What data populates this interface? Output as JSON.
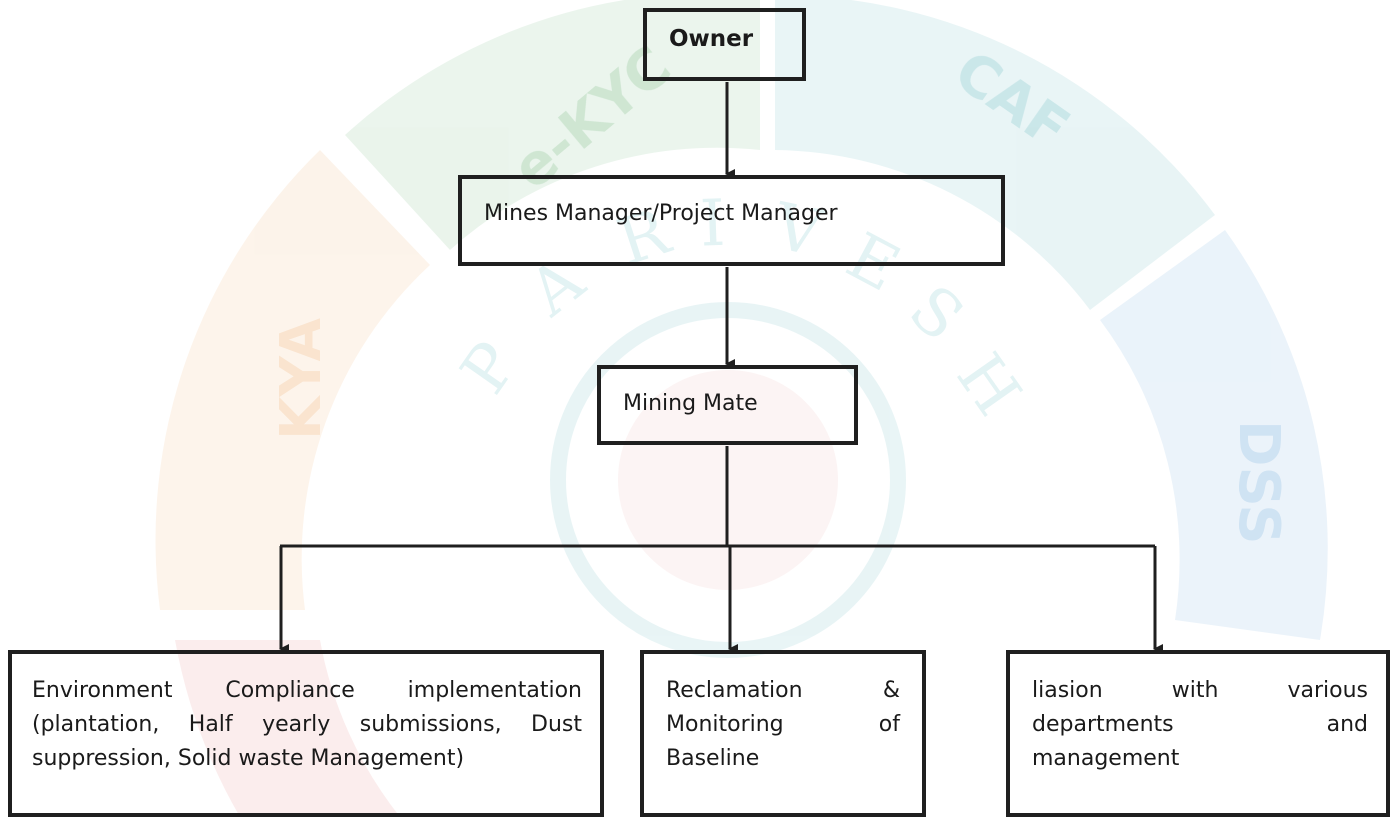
{
  "watermark": {
    "segments": [
      "e-KYC",
      "CAF",
      "KYA",
      "DSS"
    ],
    "arc_text": [
      "P",
      "A",
      "R",
      "I",
      "V",
      "E",
      "S",
      "H"
    ],
    "colors": {
      "green": "#3a9a4a",
      "teal": "#2b9fa8",
      "orange": "#e8913a",
      "blue": "#3e8ed0",
      "red": "#d9534f"
    }
  },
  "nodes": {
    "owner": "Owner",
    "manager": "Mines Manager/Project Manager",
    "mate": "Mining Mate",
    "environment": [
      "Environment Compliance implementation",
      "(plantation, Half yearly submissions, Dust",
      "suppression, Solid waste Management)"
    ],
    "reclamation": [
      "Reclamation &",
      "Monitoring of",
      "Baseline"
    ],
    "liaison": [
      "liasion with various",
      "departments and",
      "management"
    ]
  }
}
